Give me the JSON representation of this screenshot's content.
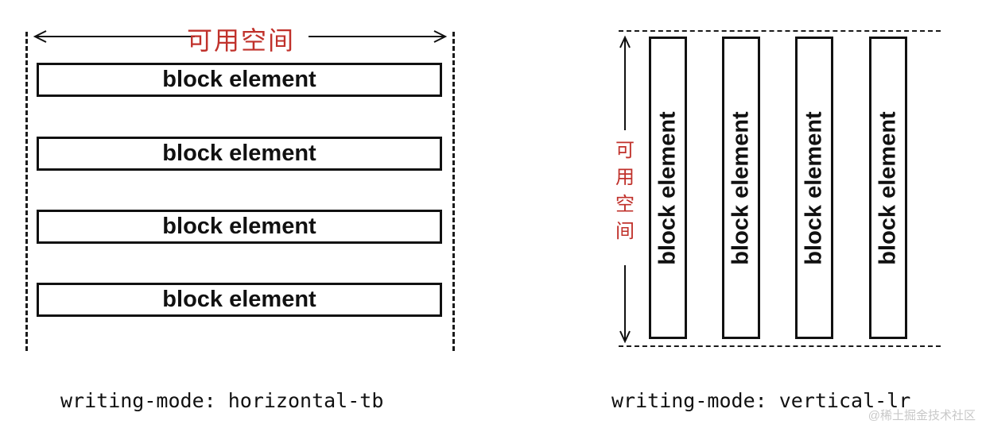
{
  "left_panel": {
    "space_label": "可用空间",
    "blocks": [
      "block element",
      "block element",
      "block element",
      "block element"
    ],
    "mode_label": "writing-mode: horizontal-tb"
  },
  "right_panel": {
    "space_label_chars": [
      "可",
      "用",
      "空",
      "间"
    ],
    "blocks": [
      "block element",
      "block element",
      "block element",
      "block element"
    ],
    "mode_label": "writing-mode: vertical-lr"
  },
  "watermark": "@稀土掘金技术社区",
  "colors": {
    "annotation": "#c0312b",
    "stroke": "#111111"
  }
}
